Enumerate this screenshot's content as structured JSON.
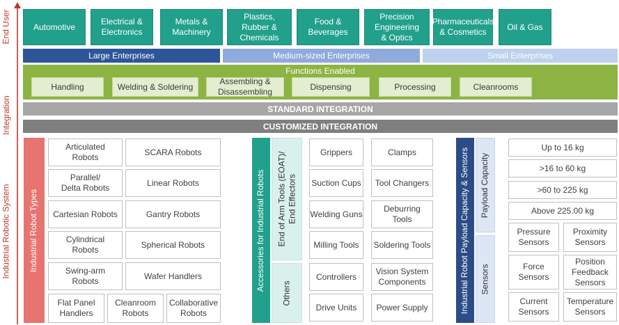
{
  "axis": {
    "end_user": "End User",
    "integration": "Integration",
    "system": "Industrial Robotic System"
  },
  "end_users": [
    "Automotive",
    "Electrical &\nElectronics",
    "Metals &\nMachinery",
    "Plastics,\nRubber &\nChemicals",
    "Food &\nBeverages",
    "Precision\nEngineering\n& Optics",
    "Pharmaceuticals\n& Cosmetics",
    "Oil & Gas"
  ],
  "enterprises": [
    "Large Enterprises",
    "Medium-sized Enterprises",
    "Small Enterprises"
  ],
  "functions": {
    "title": "Functions Enabled",
    "items": [
      "Handling",
      "Welding & Soldering",
      "Assembling &\nDisassembling",
      "Dispensing",
      "Processing",
      "Cleanrooms"
    ]
  },
  "standard_integration": "STANDARD INTEGRATION",
  "customized_integration": "CUSTOMIZED INTEGRATION",
  "robot_types": {
    "label": "Industrial Robot Types",
    "items": [
      "Articulated\nRobots",
      "SCARA Robots",
      "Parallel/\nDelta Robots",
      "Linear Robots",
      "Cartesian Robots",
      "Gantry Robots",
      "Cylindrical\nRobots",
      "Spherical Robots",
      "Swing-arm\nRobots",
      "Wafer Handlers",
      "Flat Panel\nHandlers",
      "Cleanroom\nRobots",
      "Collaborative\nRobots"
    ]
  },
  "accessories": {
    "label": "Accessories for Industrial Robots",
    "eoat_label": "End of Arm Tools (EOAT)/\nEnd Effectors",
    "others_label": "Others",
    "items": [
      "Grippers",
      "Clamps",
      "Suction Cups",
      "Tool Changers",
      "Welding Guns",
      "Deburring\nTools",
      "Milling Tools",
      "Soldering Tools",
      "Controllers",
      "Vision System\nComponents",
      "Drive Units",
      "Power Supply"
    ]
  },
  "payload_sensors": {
    "label": "Industrial Robot Payload Capacity & Sensors",
    "payload_label": "Payload Capacity",
    "sensors_label": "Sensors",
    "payloads": [
      "Up to 16 kg",
      ">16 to 60 kg",
      ">60 to 225 kg",
      "Above 225.00 kg"
    ],
    "sensors": [
      "Pressure\nSensors",
      "Proximity\nSensors",
      "Force Sensors",
      "Position\nFeedback\nSensors",
      "Current\nSensors",
      "Temperature\nSensors"
    ]
  },
  "colors": {
    "teal": "#21a08c",
    "dark_blue": "#2e5597",
    "medium_blue": "#8faadc",
    "light_blue": "#bdd0ee",
    "green": "#8db443",
    "gray": "#a6a6a6",
    "dark_gray": "#7f7f7f",
    "coral": "#e77471",
    "navy": "#2b4c86",
    "arrow_red": "#c0392b"
  }
}
